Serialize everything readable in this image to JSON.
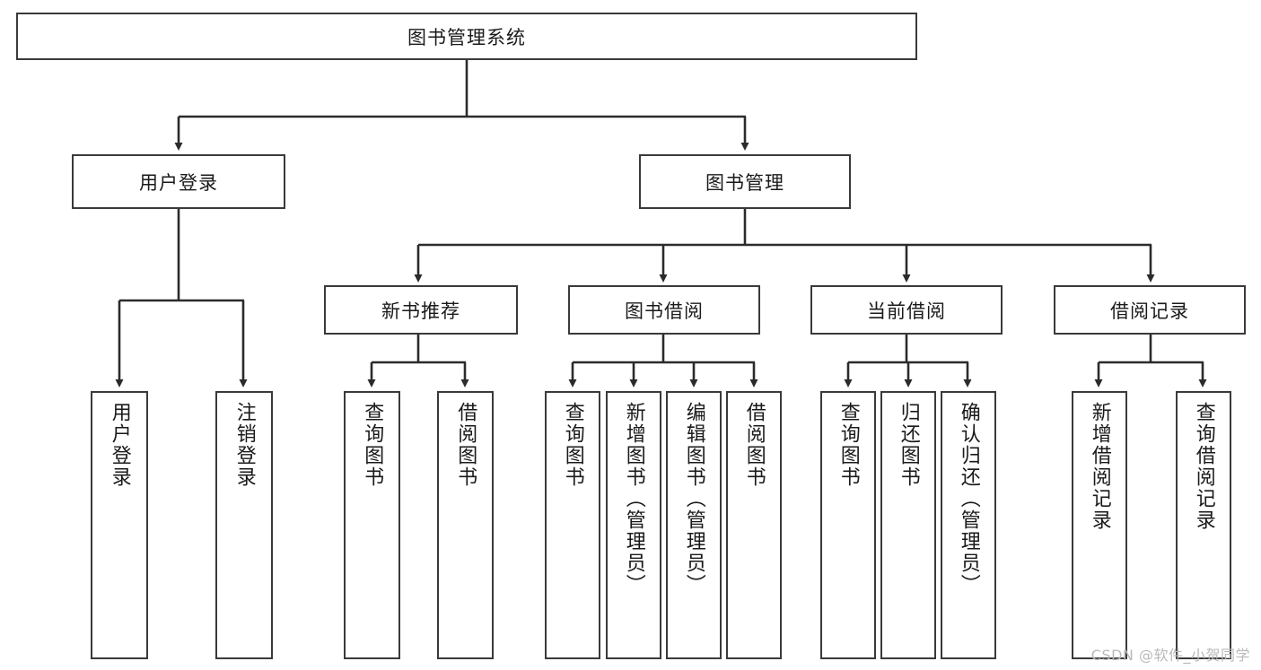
{
  "diagram": {
    "title": "图书管理系统",
    "watermark": "CSDN @软件_小贺同学",
    "type": "tree-hierarchy",
    "style": {
      "box_fill": "#ffffff",
      "box_stroke": "#3a3a3a",
      "text_color": "#1a1a1a",
      "connector_color": "#2b2b2b",
      "background": "#ffffff",
      "watermark_color": "#b9b9b9"
    },
    "root": {
      "label": "图书管理系统"
    },
    "level2": [
      {
        "label": "用户登录"
      },
      {
        "label": "图书管理"
      }
    ],
    "level3": [
      {
        "label": "新书推荐"
      },
      {
        "label": "图书借阅"
      },
      {
        "label": "当前借阅"
      },
      {
        "label": "借阅记录"
      }
    ],
    "leaves": {
      "user_login": [
        {
          "label": "用户登录"
        },
        {
          "label": "注销登录"
        }
      ],
      "new_book": [
        {
          "label": "查询图书"
        },
        {
          "label": "借阅图书"
        }
      ],
      "borrow_book": [
        {
          "label": "查询图书"
        },
        {
          "label": "新增图书（管理员）"
        },
        {
          "label": "编辑图书（管理员）"
        },
        {
          "label": "借阅图书"
        }
      ],
      "current_borrow": [
        {
          "label": "查询图书"
        },
        {
          "label": "归还图书"
        },
        {
          "label": "确认归还（管理员）"
        }
      ],
      "borrow_record": [
        {
          "label": "新增借阅记录"
        },
        {
          "label": "查询借阅记录"
        }
      ]
    }
  }
}
